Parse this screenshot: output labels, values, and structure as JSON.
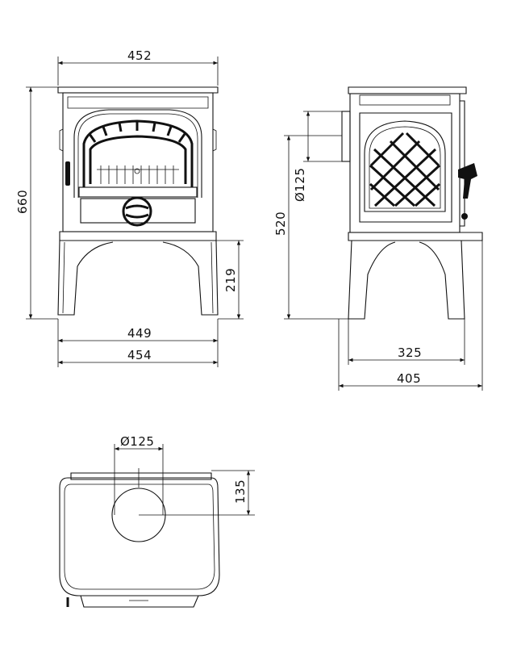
{
  "front_view": {
    "dim_top_width": "452",
    "dim_height": "660",
    "dim_leg_height": "219",
    "dim_leg_span": "449",
    "dim_base_width": "454"
  },
  "side_view": {
    "dim_flue_diameter": "Ø125",
    "dim_flue_height": "520",
    "dim_leg_span": "325",
    "dim_depth": "405"
  },
  "top_view": {
    "dim_flue_diameter": "Ø125",
    "dim_flue_offset": "135"
  }
}
